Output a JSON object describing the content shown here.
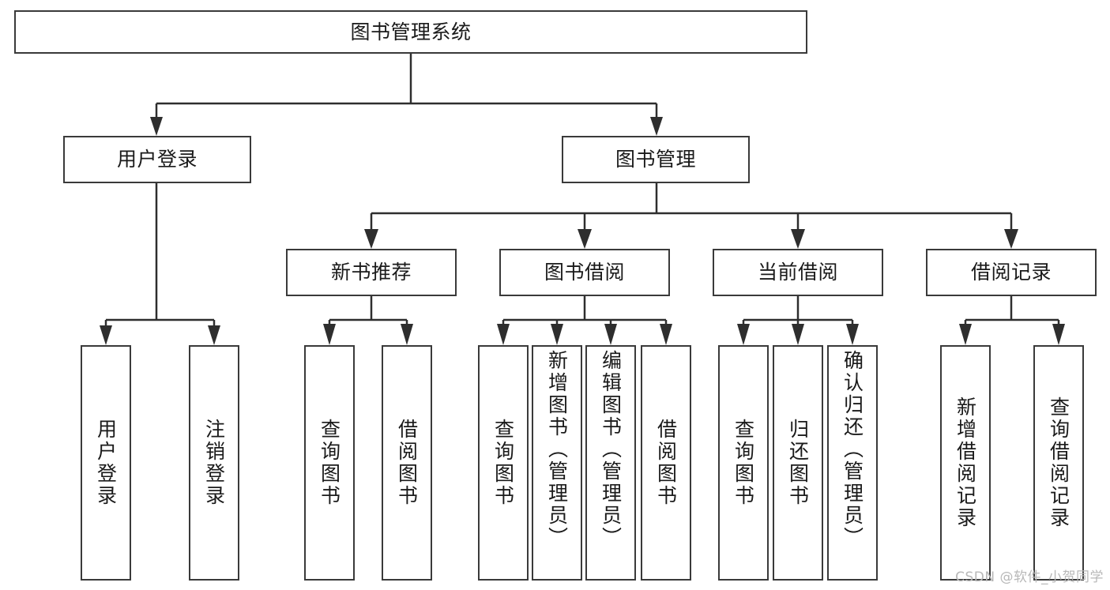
{
  "diagram": {
    "title": "图书管理系统",
    "type": "hierarchy-tree",
    "watermark": "CSDN @软件_小贺同学",
    "colors": {
      "background": "#ffffff",
      "box_border": "#3a3a3a",
      "connector": "#2e2e2e",
      "text": "#1a1a1a",
      "watermark": "#b8b8b8"
    },
    "nodes": {
      "root": {
        "label": "图书管理系统"
      },
      "level2": [
        {
          "id": "user-login",
          "label": "用户登录"
        },
        {
          "id": "book-management",
          "label": "图书管理"
        }
      ],
      "level3": [
        {
          "id": "new-book-recommend",
          "label": "新书推荐"
        },
        {
          "id": "book-borrow",
          "label": "图书借阅"
        },
        {
          "id": "current-borrow",
          "label": "当前借阅"
        },
        {
          "id": "borrow-record",
          "label": "借阅记录"
        }
      ],
      "leaves": {
        "user_login": [
          {
            "id": "leaf-user-login",
            "label": "用户登录"
          },
          {
            "id": "leaf-logout",
            "label": "注销登录"
          }
        ],
        "new_book_recommend": [
          {
            "id": "leaf-query-book-1",
            "label": "查询图书"
          },
          {
            "id": "leaf-borrow-book-1",
            "label": "借阅图书"
          }
        ],
        "book_borrow": [
          {
            "id": "leaf-query-book-2",
            "label": "查询图书"
          },
          {
            "id": "leaf-add-book",
            "label": "新增图书（管理员）"
          },
          {
            "id": "leaf-edit-book",
            "label": "编辑图书（管理员）"
          },
          {
            "id": "leaf-borrow-book-2",
            "label": "借阅图书"
          }
        ],
        "current_borrow": [
          {
            "id": "leaf-query-book-3",
            "label": "查询图书"
          },
          {
            "id": "leaf-return-book",
            "label": "归还图书"
          },
          {
            "id": "leaf-confirm-return",
            "label": "确认归还（管理员）"
          }
        ],
        "borrow_record": [
          {
            "id": "leaf-add-record",
            "label": "新增借阅记录"
          },
          {
            "id": "leaf-query-record",
            "label": "查询借阅记录"
          }
        ]
      }
    }
  }
}
